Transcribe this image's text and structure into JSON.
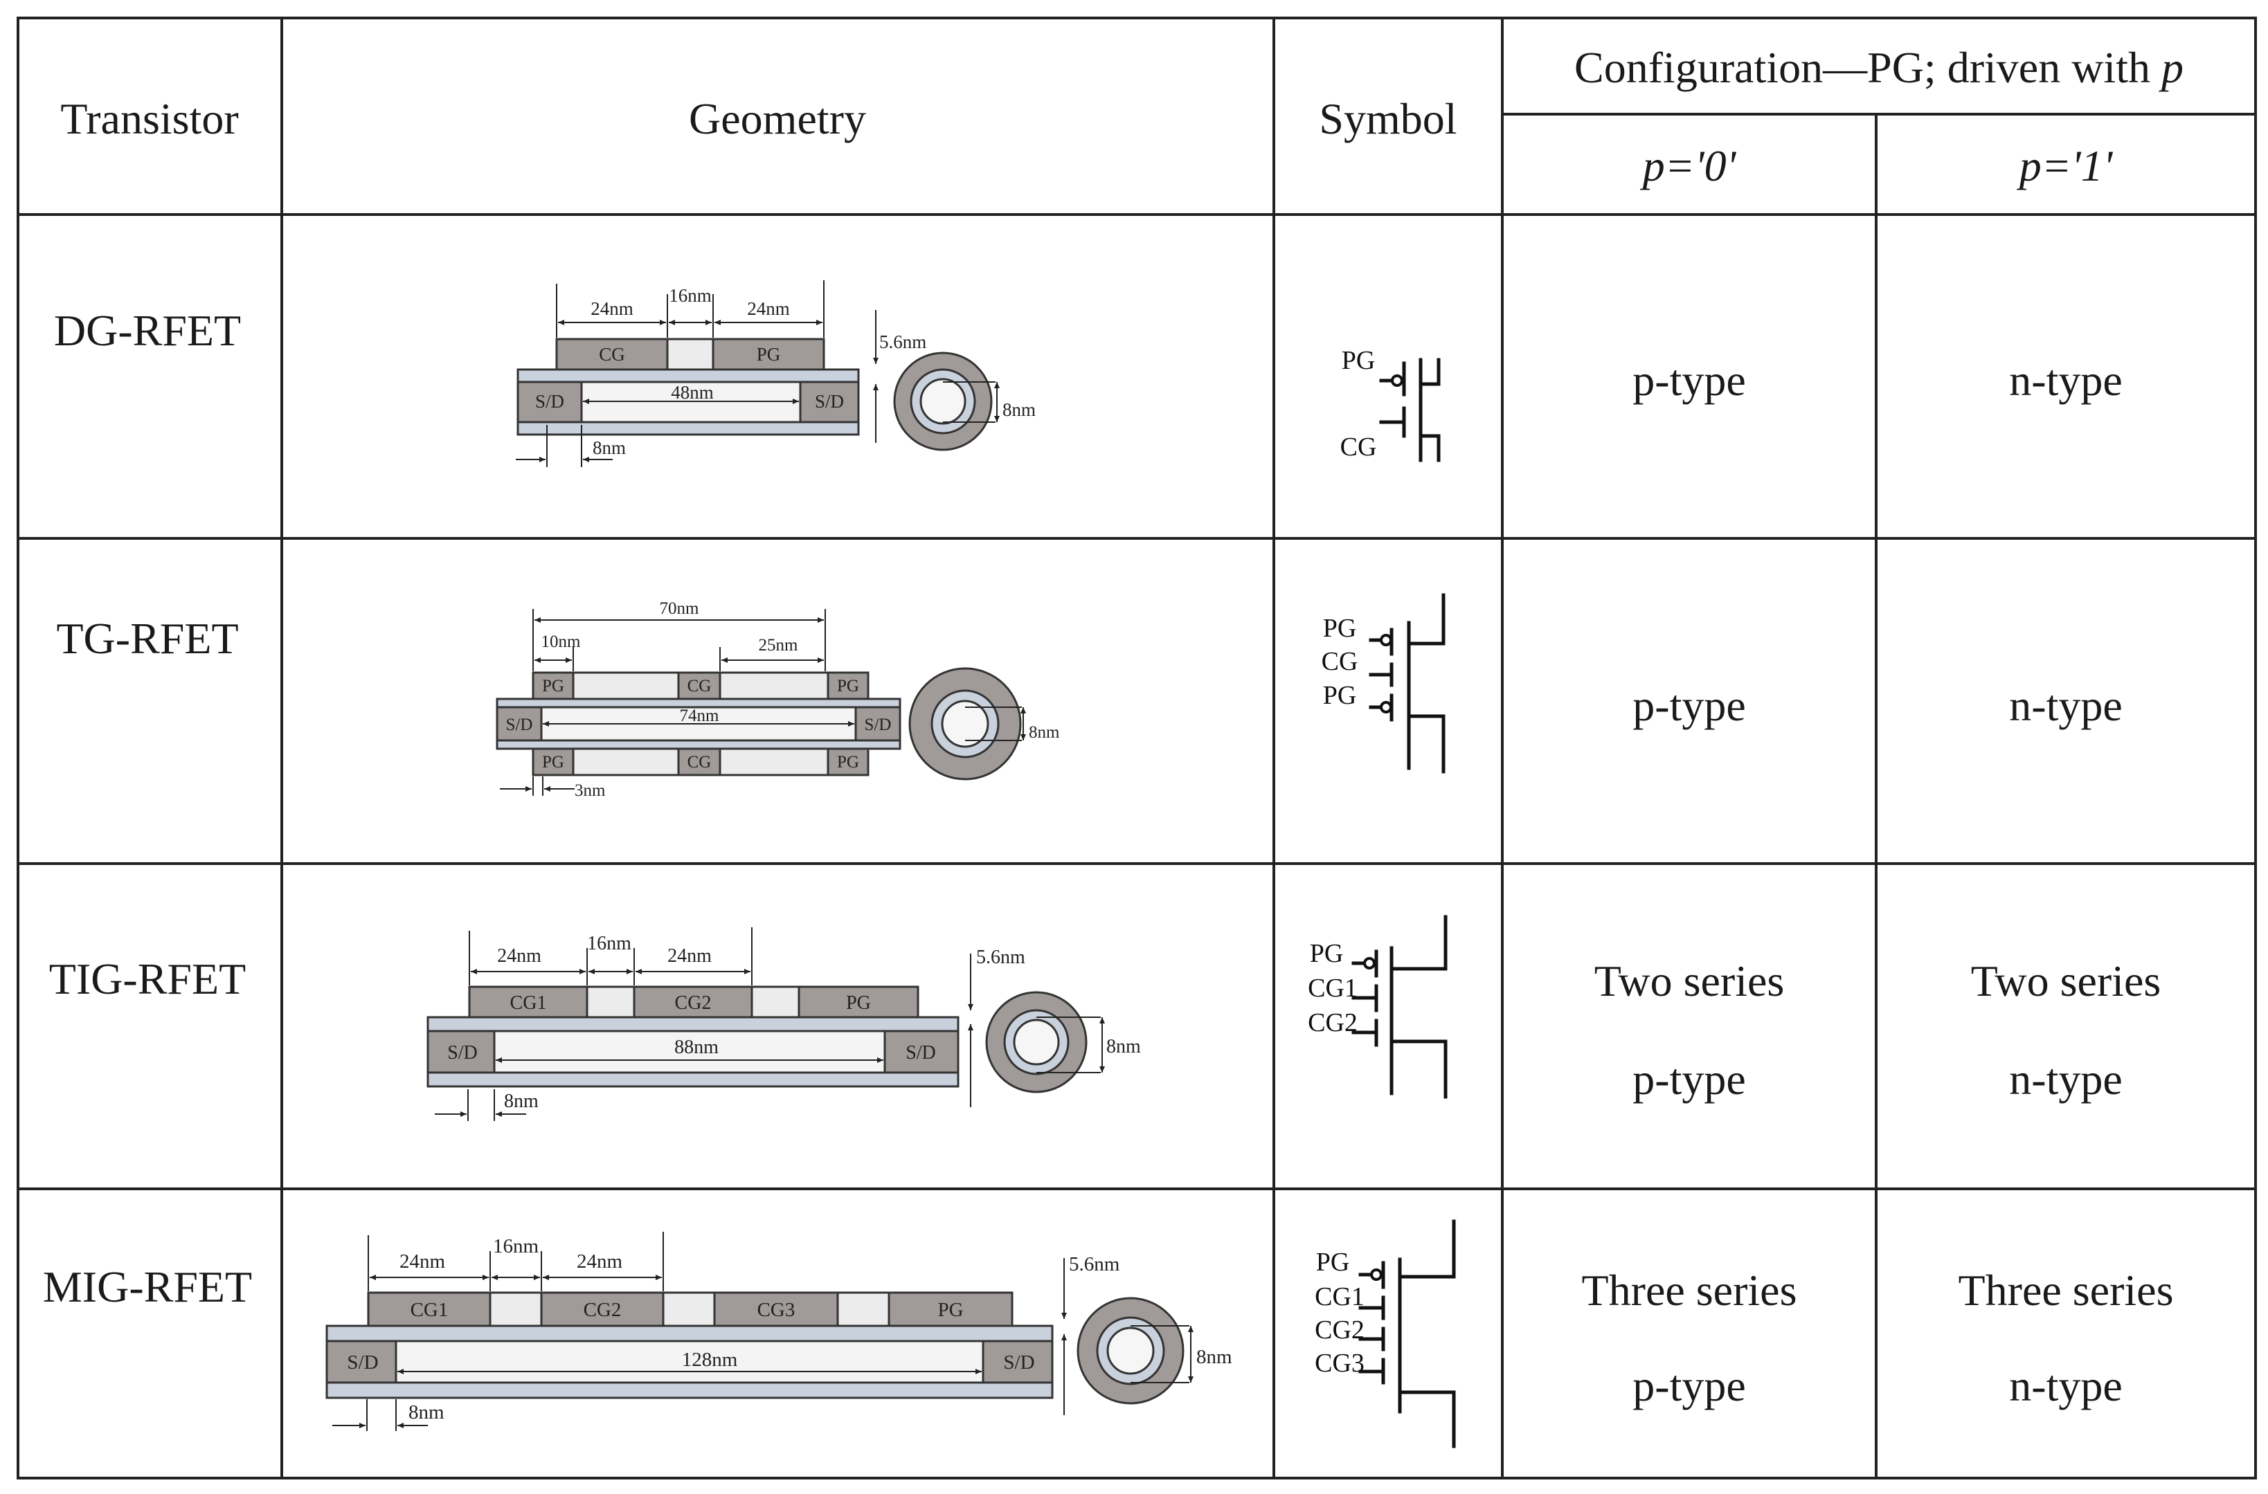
{
  "header": {
    "transistor": "Transistor",
    "geometry": "Geometry",
    "symbol": "Symbol",
    "configuration": "Configuration—PG; driven with ",
    "configuration_var": "p",
    "p0": "p='0'",
    "p1": "p='1'"
  },
  "rows": [
    {
      "name": "DG-RFET",
      "p0": [
        "p-type"
      ],
      "p1": [
        "n-type"
      ],
      "geometry": {
        "gates": [
          "CG",
          "PG"
        ],
        "dims": [
          "24nm",
          "16nm",
          "24nm"
        ],
        "channel": "48nm",
        "sd": "S/D",
        "thickness": "5.6nm",
        "diameter": "8nm",
        "overlap": "8nm"
      },
      "symbol": [
        "PG",
        "CG"
      ]
    },
    {
      "name": "TG-RFET",
      "p0": [
        "p-type"
      ],
      "p1": [
        "n-type"
      ],
      "geometry": {
        "gates": [
          "PG",
          "CG",
          "PG"
        ],
        "total": "70nm",
        "dims": [
          "10nm",
          "25nm"
        ],
        "channel": "74nm",
        "sd": "S/D",
        "diameter": "8nm",
        "overlap": "3nm"
      },
      "symbol": [
        "PG",
        "CG",
        "PG"
      ]
    },
    {
      "name": "TIG-RFET",
      "p0": [
        "Two series",
        "p-type"
      ],
      "p1": [
        "Two series",
        "n-type"
      ],
      "geometry": {
        "gates": [
          "CG1",
          "CG2",
          "PG"
        ],
        "dims": [
          "24nm",
          "16nm",
          "24nm"
        ],
        "channel": "88nm",
        "sd": "S/D",
        "thickness": "5.6nm",
        "diameter": "8nm",
        "overlap": "8nm"
      },
      "symbol": [
        "PG",
        "CG1",
        "CG2"
      ]
    },
    {
      "name": "MIG-RFET",
      "p0": [
        "Three series",
        "p-type"
      ],
      "p1": [
        "Three series",
        "n-type"
      ],
      "geometry": {
        "gates": [
          "CG1",
          "CG2",
          "CG3",
          "PG"
        ],
        "dims": [
          "24nm",
          "16nm",
          "24nm"
        ],
        "channel": "128nm",
        "sd": "S/D",
        "thickness": "5.6nm",
        "diameter": "8nm",
        "overlap": "8nm"
      },
      "symbol": [
        "PG",
        "CG1",
        "CG2",
        "CG3"
      ]
    }
  ]
}
